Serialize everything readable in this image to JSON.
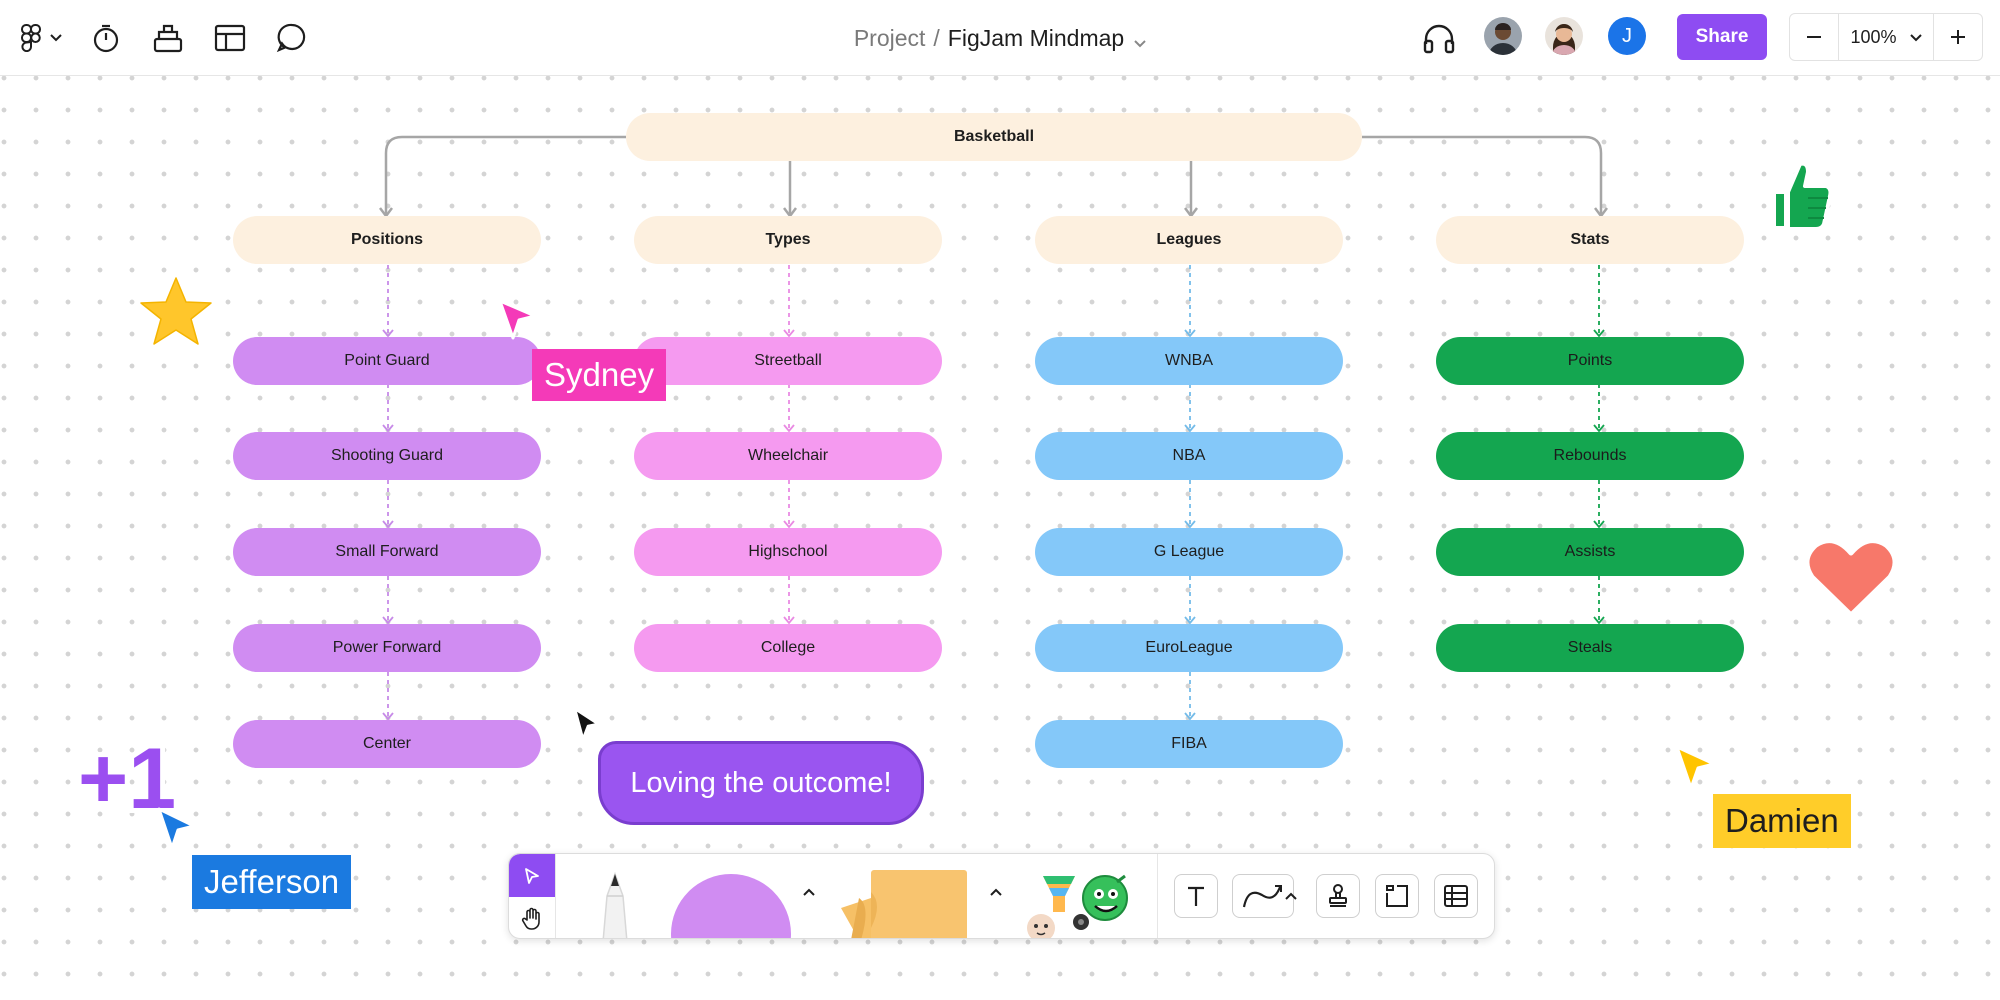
{
  "topbar": {
    "project_label": "Project",
    "separator": "/",
    "file_name": "FigJam Mindmap",
    "share_label": "Share",
    "zoom_value": "100%",
    "avatar_initial": "J",
    "icons": [
      "figma-logo-icon",
      "chevron-down-icon",
      "timer-icon",
      "stamp-library-icon",
      "layout-icon",
      "comment-icon",
      "headphones-icon",
      "zoom-out-icon",
      "zoom-in-icon"
    ]
  },
  "mindmap": {
    "root": "Basketball",
    "branches": [
      {
        "title": "Positions",
        "color": "#d08cf2",
        "items": [
          "Point Guard",
          "Shooting Guard",
          "Small Forward",
          "Power Forward",
          "Center"
        ]
      },
      {
        "title": "Types",
        "color": "#f59af0",
        "items": [
          "Streetball",
          "Wheelchair",
          "Highschool",
          "College"
        ]
      },
      {
        "title": "Leagues",
        "color": "#84c8f9",
        "items": [
          "WNBA",
          "NBA",
          "G League",
          "EuroLeague",
          "FIBA"
        ]
      },
      {
        "title": "Stats",
        "color": "#14a650",
        "items": [
          "Points",
          "Rebounds",
          "Assists",
          "Steals"
        ]
      }
    ]
  },
  "cursors": {
    "sydney": "Sydney",
    "jefferson": "Jefferson",
    "damien": "Damien"
  },
  "comment": {
    "text": "Loving the outcome!"
  },
  "stickers": {
    "plus_one": "+1",
    "icons": [
      "star-sticker-icon",
      "thumbs-up-sticker-icon",
      "heart-sticker-icon",
      "plus-one-sticker-icon"
    ]
  },
  "colors": {
    "accent": "#8e4cf2",
    "sydney": "#f43ab8",
    "jefferson": "#1b7ae0",
    "damien": "#ffcd29"
  }
}
